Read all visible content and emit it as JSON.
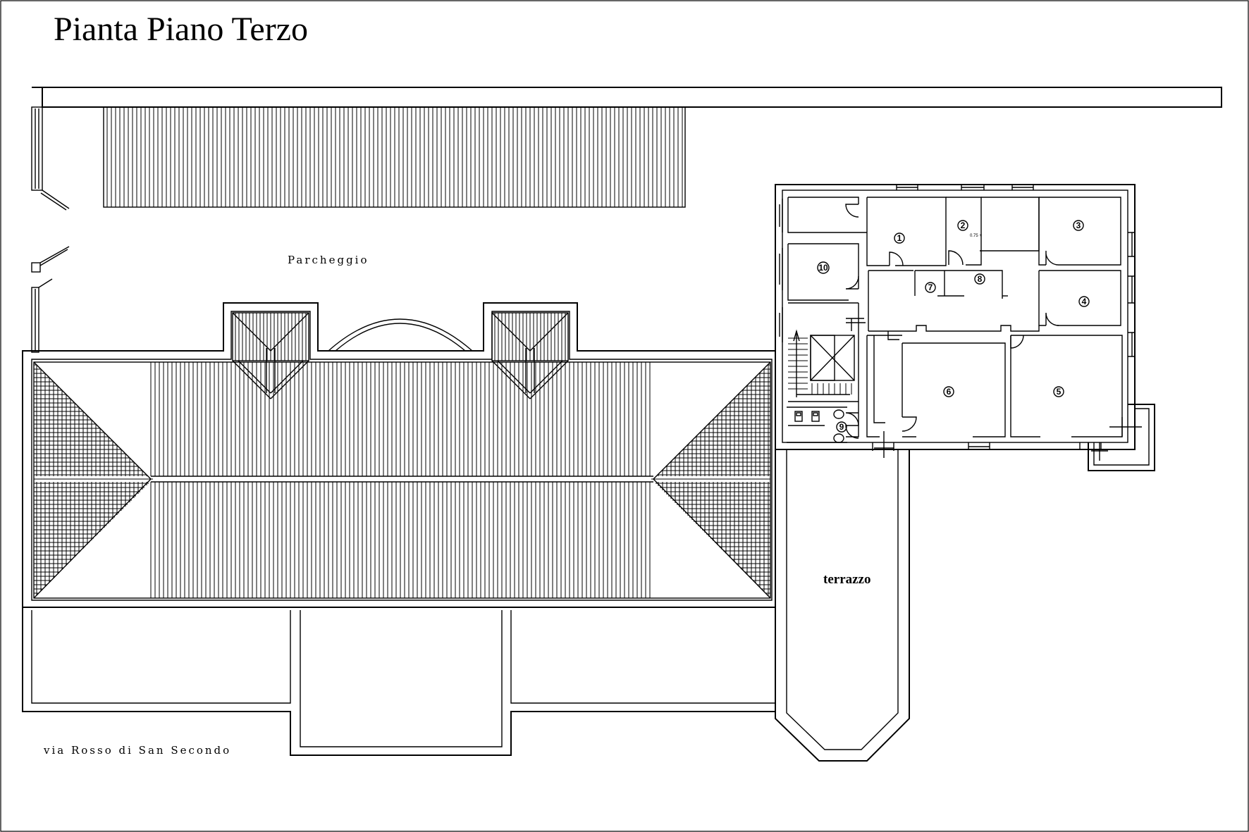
{
  "title": "Pianta Piano Terzo",
  "labels": {
    "parking": "Parcheggio",
    "street": "via Rosso di San Secondo",
    "terrace": "terrazzo",
    "dimension_note": "0.75 +"
  },
  "rooms": [
    "1",
    "2",
    "3",
    "4",
    "5",
    "6",
    "7",
    "8",
    "9",
    "10"
  ],
  "colors": {
    "line": "#000000",
    "background": "#ffffff"
  }
}
